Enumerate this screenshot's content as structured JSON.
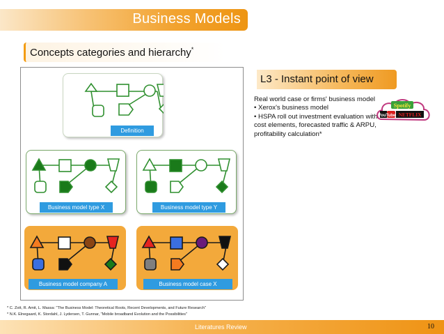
{
  "header": {
    "title": "Business Models",
    "subtitle": "Concepts categories and hierarchy",
    "subtitle_mark": "*"
  },
  "diagram": {
    "definition_label": "Definition",
    "type_x_label": "Business model type X",
    "type_y_label": "Business model type Y",
    "company_a_label": "Business model company A",
    "case_x_label": "Business model case X",
    "colors": {
      "green": "#1a7a1a",
      "outline": "#2f8f2f",
      "orange_panel": "#f3a93b",
      "label_blue": "#2f9be0",
      "accent_orange": "#f47b20",
      "brown": "#8b4513",
      "red": "#e52420",
      "blue": "#3b6fe0",
      "purple": "#6a1b7a",
      "grey": "#7f7f7f"
    }
  },
  "right_panel": {
    "heading": "L3 - Instant point of view",
    "intro": "Real world case or firms' business model",
    "bullets": [
      "• Xerox's business model",
      "• HSPA roll out investment evaluation with cost elements, forecasted traffic & ARPU, profitability calculation*"
    ],
    "logo_words": [
      "Spotify",
      "YouTube",
      "NETFLIX"
    ]
  },
  "footnotes": [
    "* C. Zott, R. Amit, L. Massa: \"The Business Model: Theoretical Roots, Recent Developments, and Future Research\"",
    "* N.K. Elnegaard, K. Stordahl, J. Lydersen, T. Gunnar, \"Mobile broadband Evolution and the Possibilities\""
  ],
  "footer": {
    "section": "Literatures Review",
    "page_number": "10"
  }
}
